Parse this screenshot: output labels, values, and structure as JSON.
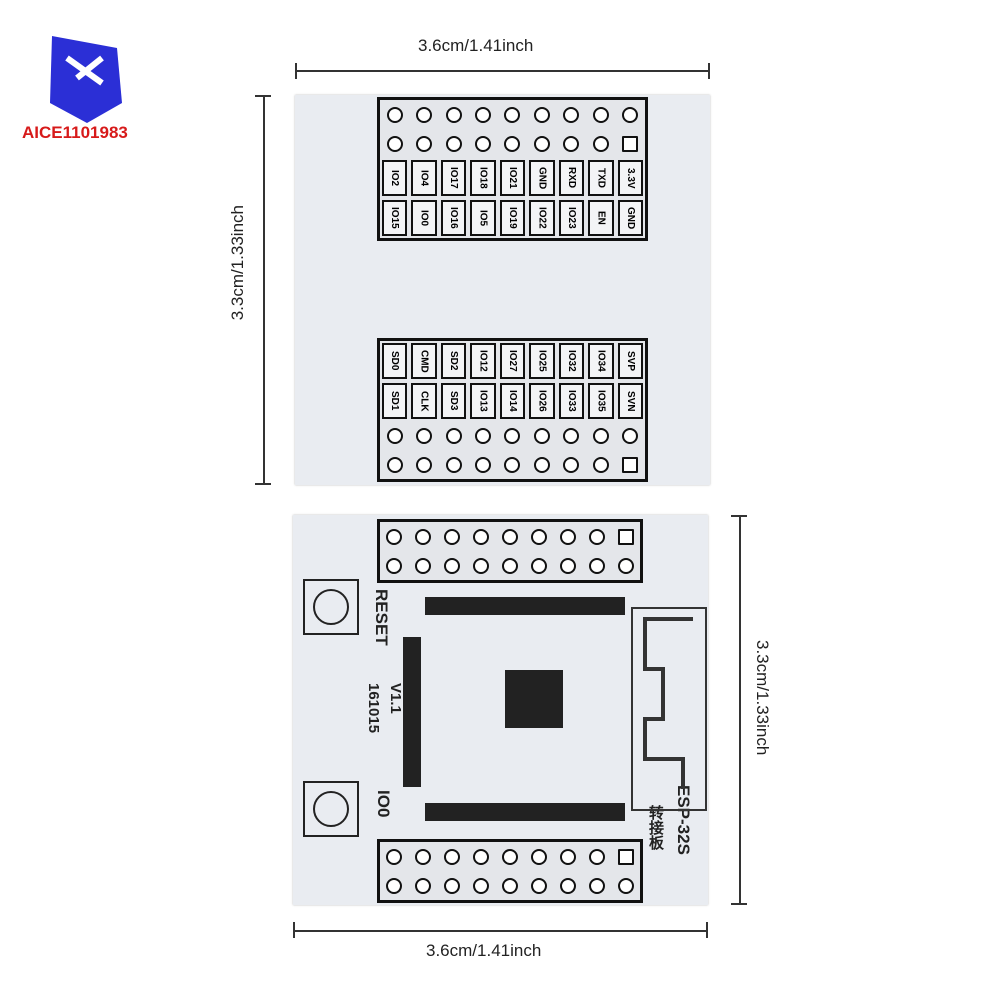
{
  "logo": {
    "text": "AICE1101983"
  },
  "top_board": {
    "width_label": "3.6cm/1.41inch",
    "height_label": "3.3cm/1.33inch",
    "header_top_labels_row1": [
      "IO2",
      "IO4",
      "IO17",
      "IO18",
      "IO21",
      "GND",
      "RXD",
      "TXD",
      "3.3V"
    ],
    "header_top_labels_row2": [
      "IO15",
      "IO0",
      "IO16",
      "IO5",
      "IO19",
      "IO22",
      "IO23",
      "EN",
      "GND"
    ],
    "header_bottom_labels_row1": [
      "SD0",
      "CMD",
      "SD2",
      "IO12",
      "IO27",
      "IO25",
      "IO32",
      "IO34",
      "SVP"
    ],
    "header_bottom_labels_row2": [
      "SD1",
      "CLK",
      "SD3",
      "IO13",
      "IO14",
      "IO26",
      "IO33",
      "IO35",
      "SVN"
    ]
  },
  "bottom_board": {
    "width_label": "3.6cm/1.41inch",
    "height_label": "3.3cm/1.33inch",
    "reset_label": "RESET",
    "version_label": "V1.1",
    "date_label": "161015",
    "io0_label": "IO0",
    "module_label": "ESP-32S",
    "adapter_label": "转接板"
  }
}
